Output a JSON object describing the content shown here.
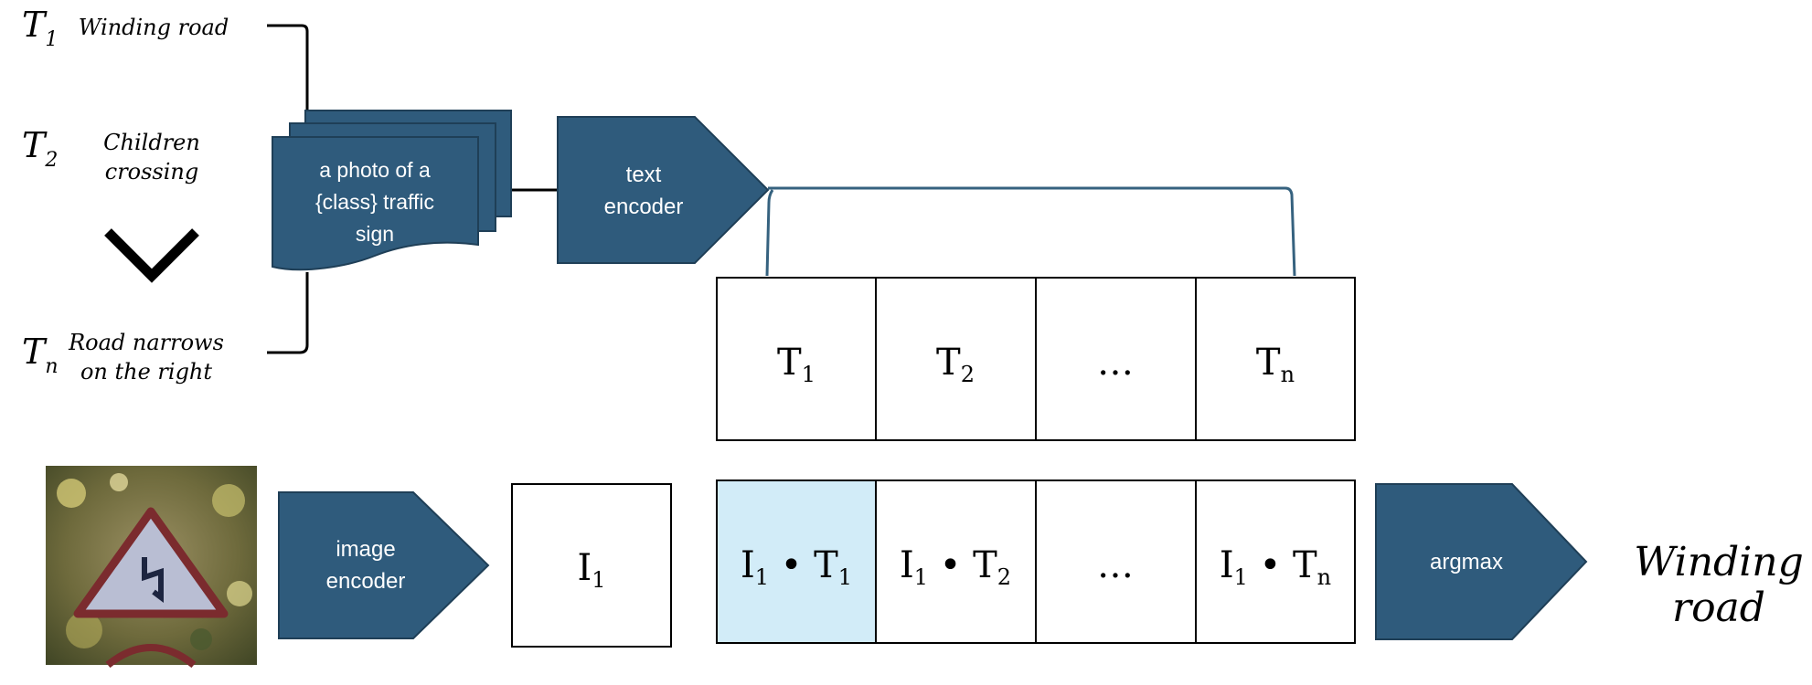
{
  "classes": [
    {
      "var": "T",
      "sub": "1",
      "name_lines": [
        "Winding road"
      ]
    },
    {
      "var": "T",
      "sub": "2",
      "name_lines": [
        "Children",
        "crossing"
      ]
    },
    {
      "var": "T",
      "sub": "n",
      "name_lines": [
        "Road narrows",
        "on the right"
      ]
    }
  ],
  "prompt_template": {
    "lines": [
      "a photo of a",
      "{class} traffic",
      "sign"
    ]
  },
  "text_encoder": {
    "lines": [
      "text",
      "encoder"
    ]
  },
  "image_encoder": {
    "lines": [
      "image",
      "encoder"
    ]
  },
  "text_embeddings": [
    {
      "base": "T",
      "sub": "1"
    },
    {
      "base": "T",
      "sub": "2"
    },
    {
      "base": "…",
      "sub": ""
    },
    {
      "base": "T",
      "sub": "n"
    }
  ],
  "image_embedding": {
    "base": "I",
    "sub": "1"
  },
  "similarities": [
    {
      "left": "I",
      "left_sub": "1",
      "right": "T",
      "right_sub": "1",
      "highlighted": true
    },
    {
      "left": "I",
      "left_sub": "1",
      "right": "T",
      "right_sub": "2",
      "highlighted": false
    },
    {
      "left": "…",
      "left_sub": "",
      "right": "",
      "right_sub": "",
      "highlighted": false
    },
    {
      "left": "I",
      "left_sub": "1",
      "right": "T",
      "right_sub": "n",
      "highlighted": false
    }
  ],
  "argmax": {
    "label": "argmax"
  },
  "result": {
    "lines": [
      "Winding",
      "road"
    ]
  },
  "colors": {
    "block": "#2f5b7c",
    "block_stroke": "#1f3f57",
    "highlight": "#d2ecf8",
    "line": "#000000",
    "bracket": "#36627f"
  }
}
